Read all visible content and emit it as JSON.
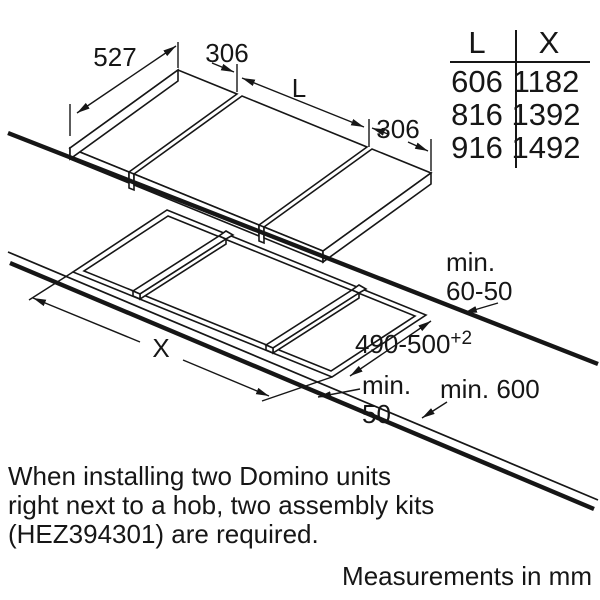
{
  "table": {
    "header_l": "L",
    "header_x": "X",
    "rows": [
      {
        "l": "606",
        "x": "1182"
      },
      {
        "l": "816",
        "x": "1392"
      },
      {
        "l": "916",
        "x": "1492"
      }
    ]
  },
  "dimensions": {
    "hob_depth": "527",
    "left_unit_width": "306",
    "hob_width_label": "L",
    "right_unit_width": "306",
    "cutout_total_width_label": "X",
    "cutout_depth": "490-500",
    "cutout_depth_tolerance": "+2",
    "rear_clearance_line1": "min.",
    "rear_clearance_line2": "60-50",
    "front_web_line1": "min.",
    "front_web_line2": "50",
    "worktop_depth": "min. 600"
  },
  "note": {
    "line1": "When installing two Domino units",
    "line2": "right next to a hob, two assembly kits",
    "line3": "(HEZ394301) are required."
  },
  "footer": {
    "units_label": "Measurements in mm"
  }
}
